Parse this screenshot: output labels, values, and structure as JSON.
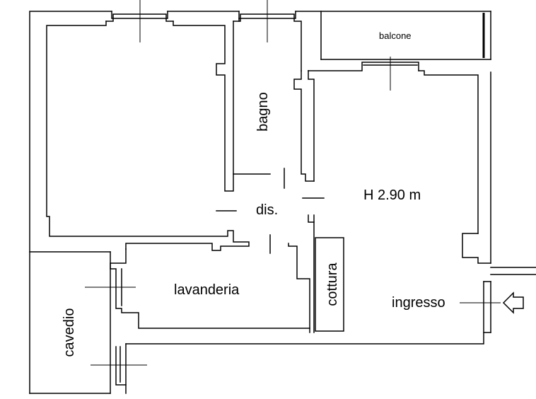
{
  "labels": {
    "balcone": "balcone",
    "bagno": "bagno",
    "dis": "dis.",
    "height": "H 2.90 m",
    "lavanderia": "lavanderia",
    "cottura": "cottura",
    "ingresso": "ingresso",
    "cavedio": "cavedio"
  },
  "icons": {
    "entrance": "entrance-arrow-icon"
  }
}
